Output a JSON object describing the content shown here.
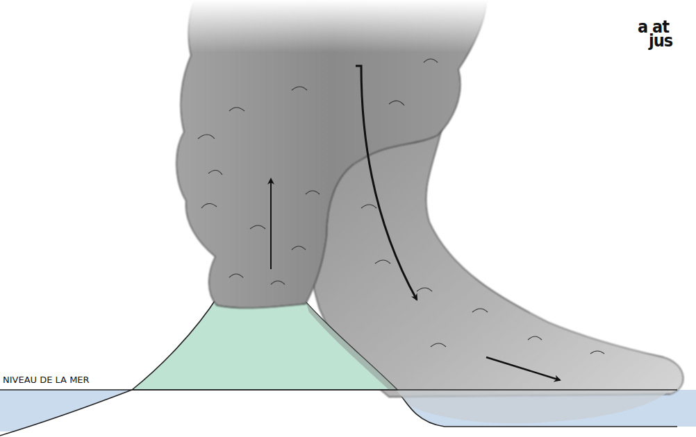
{
  "diagram": {
    "labels": [
      "a at",
      "jus",
      "NIVEAU DE LA MER"
    ]
  }
}
